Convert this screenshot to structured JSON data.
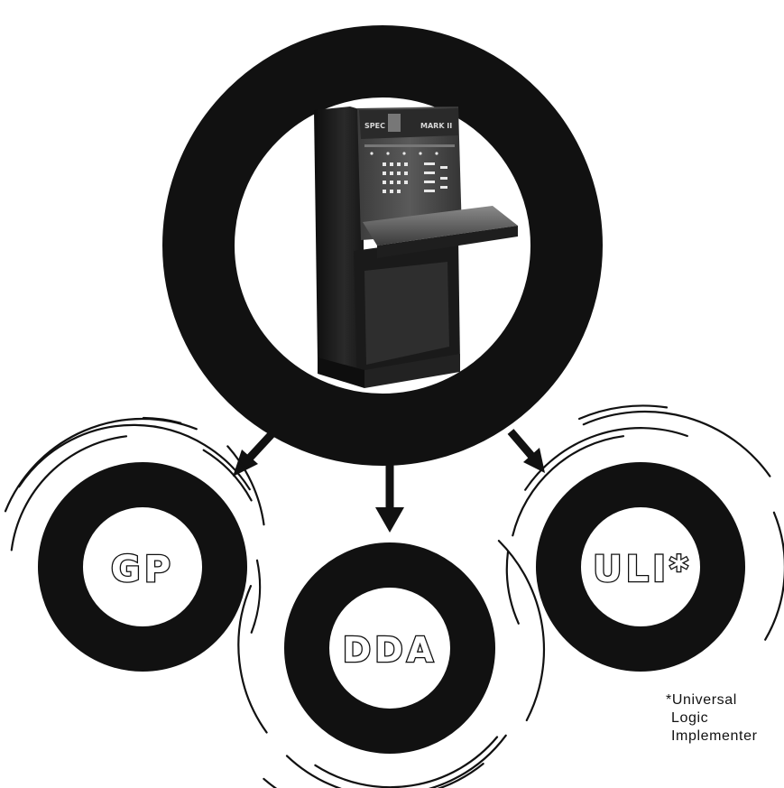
{
  "main_unit": {
    "console": {
      "brand_label": "SPEC",
      "model_label": "MARK II"
    }
  },
  "branches": [
    {
      "label": "GP"
    },
    {
      "label": "DDA"
    },
    {
      "label": "ULI*"
    }
  ],
  "footnote": {
    "line1": "*Universal",
    "line2": "Logic",
    "line3": "Implementer"
  },
  "colors": {
    "ink": "#111111",
    "paper": "#ffffff"
  }
}
